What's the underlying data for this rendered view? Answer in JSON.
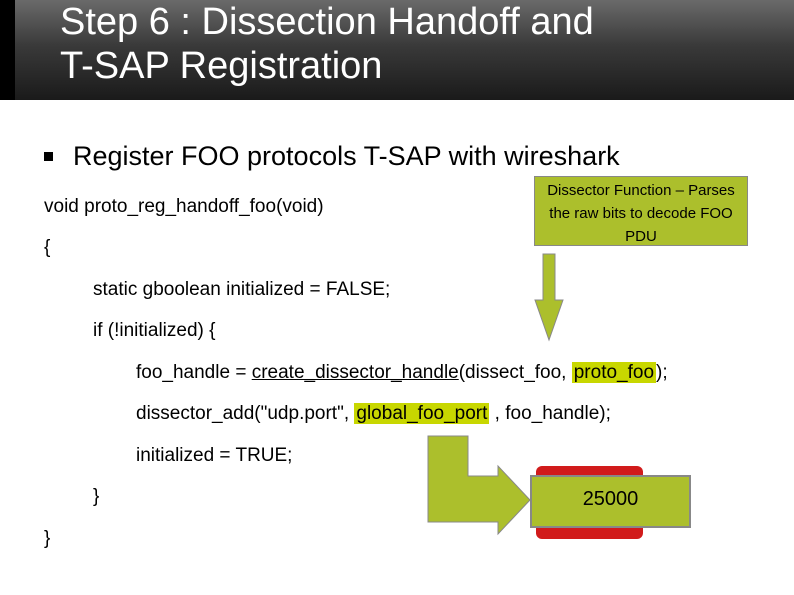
{
  "title": "Step 6 : Dissection Handoff and\nT-SAP Registration",
  "bullet": "Register FOO protocols T-SAP with wireshark",
  "code": {
    "line1": "void proto_reg_handoff_foo(void)",
    "line2": "{",
    "line3": "static gboolean initialized = FALSE;",
    "line4": "if (!initialized) {",
    "line5a": "foo_handle = ",
    "line5b": "create_dissector_handle",
    "line5c": "(dissect_foo, ",
    "line5d": "proto_foo",
    "line5e": ");",
    "line6a": "dissector_add(\"udp.port\", ",
    "line6b": "global_foo_port",
    "line6c": " , foo_handle);",
    "line7": "initialized = TRUE;",
    "line8": "}",
    "line9": "}"
  },
  "callout": "Dissector Function – Parses the raw bits to decode FOO PDU",
  "port_value": "25000",
  "colors": {
    "highlight": "#c8d700",
    "callout": "#acbf2c",
    "accent_red": "#d11b1b",
    "header": "#000000"
  }
}
